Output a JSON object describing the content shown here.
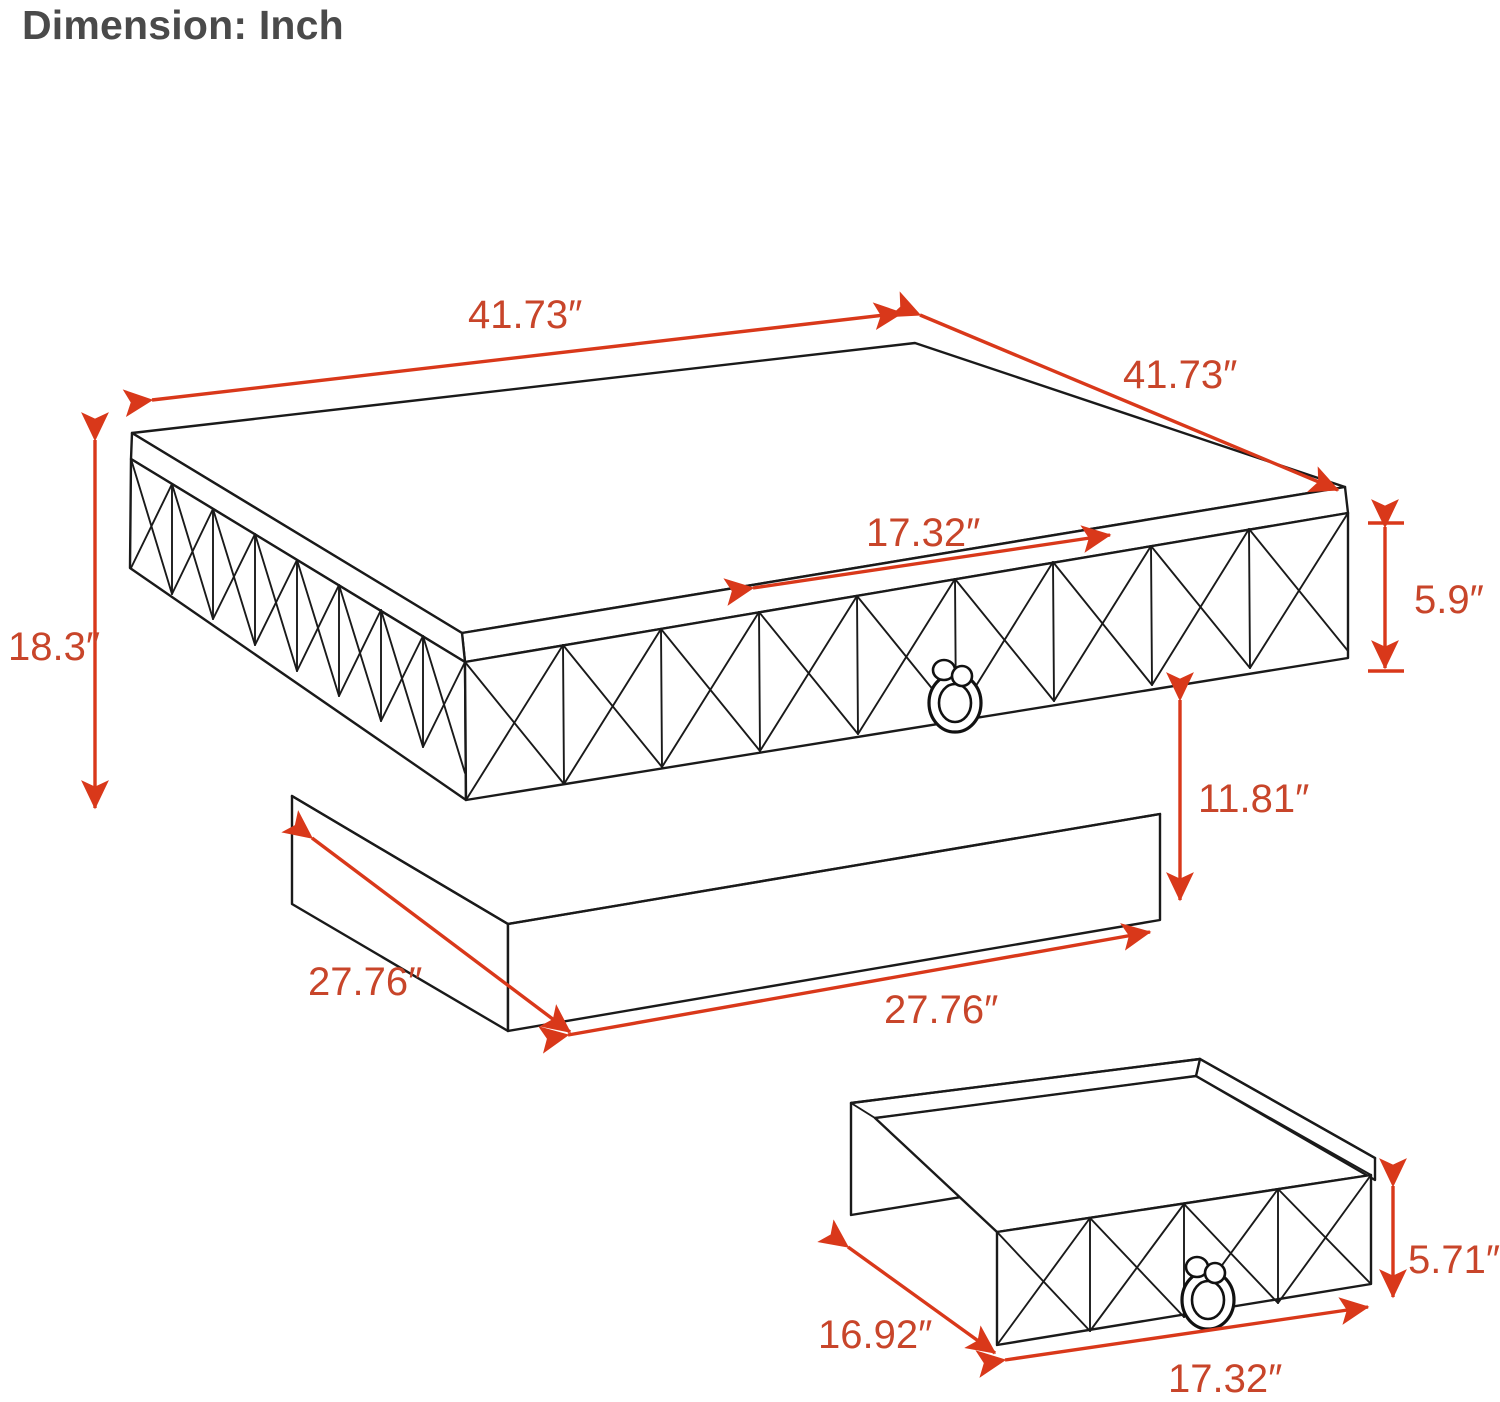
{
  "header": {
    "title": "Dimension: Inch"
  },
  "colors": {
    "dimension_line": "#d9381a",
    "dimension_text": "#c8452a",
    "outline": "#1a1a1a",
    "title_text": "#4a4a4a",
    "background": "#ffffff"
  },
  "product": {
    "type": "square-coffee-table-with-drawer",
    "unit": "inch"
  },
  "dimensions": {
    "table_top_width": "41.73″",
    "table_top_depth": "41.73″",
    "overall_height": "18.3″",
    "drawer_front_width": "17.32″",
    "apron_height": "5.9″",
    "pedestal_height": "11.81″",
    "pedestal_width": "27.76″",
    "pedestal_depth": "27.76″",
    "drawer_depth": "16.92″",
    "drawer_width": "17.32″",
    "drawer_height": "5.71″"
  },
  "callouts": [
    {
      "id": "top-width",
      "label": "41.73″"
    },
    {
      "id": "top-depth",
      "label": "41.73″"
    },
    {
      "id": "overall-height",
      "label": "18.3″"
    },
    {
      "id": "drawer-face",
      "label": "17.32″"
    },
    {
      "id": "apron-height",
      "label": "5.9″"
    },
    {
      "id": "pedestal-height",
      "label": "11.81″"
    },
    {
      "id": "base-left",
      "label": "27.76″"
    },
    {
      "id": "base-right",
      "label": "27.76″"
    },
    {
      "id": "drawer-depth",
      "label": "16.92″"
    },
    {
      "id": "drawer-width",
      "label": "17.32″"
    },
    {
      "id": "drawer-height",
      "label": "5.71″"
    }
  ]
}
